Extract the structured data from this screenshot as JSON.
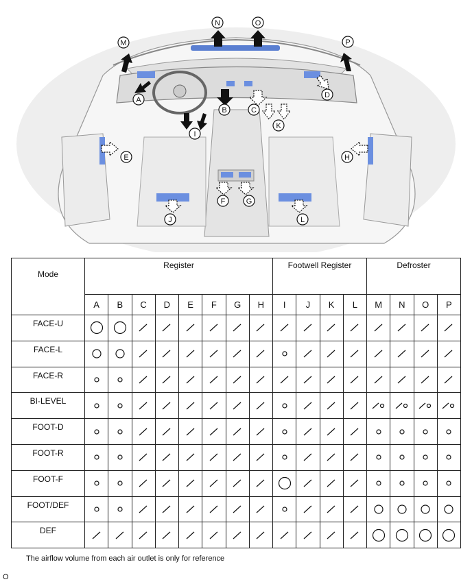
{
  "illustration": {
    "outlet_labels": [
      "A",
      "B",
      "C",
      "D",
      "E",
      "F",
      "G",
      "H",
      "I",
      "J",
      "K",
      "L",
      "M",
      "N",
      "O",
      "P"
    ]
  },
  "table": {
    "mode_header": "Mode",
    "groups": [
      {
        "label": "Register",
        "span": 8
      },
      {
        "label": "Footwell Register",
        "span": 4
      },
      {
        "label": "Defroster",
        "span": 4
      }
    ],
    "columns": [
      "A",
      "B",
      "C",
      "D",
      "E",
      "F",
      "G",
      "H",
      "I",
      "J",
      "K",
      "L",
      "M",
      "N",
      "O",
      "P"
    ],
    "legend_codes": {
      "N": "no airflow (slash)",
      "S": "small circle",
      "M": "medium circle",
      "L": "large circle",
      "NS": "slash with small circle"
    },
    "rows": [
      {
        "mode": "FACE-U",
        "cells": [
          "L",
          "L",
          "N",
          "N",
          "N",
          "N",
          "N",
          "N",
          "N",
          "N",
          "N",
          "N",
          "N",
          "N",
          "N",
          "N"
        ]
      },
      {
        "mode": "FACE-L",
        "cells": [
          "M",
          "M",
          "N",
          "N",
          "N",
          "N",
          "N",
          "N",
          "S",
          "N",
          "N",
          "N",
          "N",
          "N",
          "N",
          "N"
        ]
      },
      {
        "mode": "FACE-R",
        "cells": [
          "S",
          "S",
          "N",
          "N",
          "N",
          "N",
          "N",
          "N",
          "N",
          "N",
          "N",
          "N",
          "N",
          "N",
          "N",
          "N"
        ]
      },
      {
        "mode": "BI-LEVEL",
        "cells": [
          "S",
          "S",
          "N",
          "N",
          "N",
          "N",
          "N",
          "N",
          "S",
          "N",
          "N",
          "N",
          "NS",
          "NS",
          "NS",
          "NS"
        ]
      },
      {
        "mode": "FOOT-D",
        "cells": [
          "S",
          "S",
          "N",
          "N",
          "N",
          "N",
          "N",
          "N",
          "S",
          "N",
          "N",
          "N",
          "S",
          "S",
          "S",
          "S"
        ]
      },
      {
        "mode": "FOOT-R",
        "cells": [
          "S",
          "S",
          "N",
          "N",
          "N",
          "N",
          "N",
          "N",
          "S",
          "N",
          "N",
          "N",
          "S",
          "S",
          "S",
          "S"
        ]
      },
      {
        "mode": "FOOT-F",
        "cells": [
          "S",
          "S",
          "N",
          "N",
          "N",
          "N",
          "N",
          "N",
          "L",
          "N",
          "N",
          "N",
          "S",
          "S",
          "S",
          "S"
        ]
      },
      {
        "mode": "FOOT/DEF",
        "cells": [
          "S",
          "S",
          "N",
          "N",
          "N",
          "N",
          "N",
          "N",
          "S",
          "N",
          "N",
          "N",
          "M",
          "M",
          "M",
          "M"
        ]
      },
      {
        "mode": "DEF",
        "cells": [
          "N",
          "N",
          "N",
          "N",
          "N",
          "N",
          "N",
          "N",
          "N",
          "N",
          "N",
          "N",
          "L",
          "L",
          "L",
          "L"
        ]
      }
    ]
  },
  "footnote": "The airflow volume from each air outlet is only for reference",
  "figure_id": "O"
}
